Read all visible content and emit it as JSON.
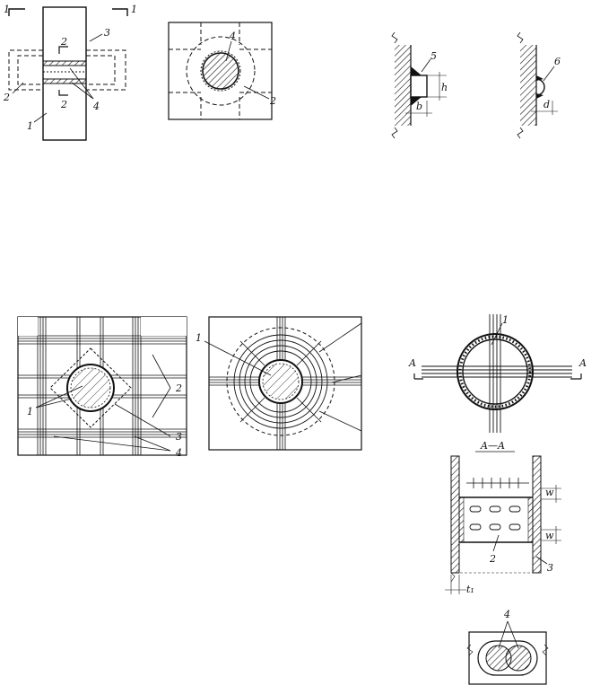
{
  "labels": {
    "sec_num_1": "1",
    "sec_num_2": "2",
    "n1": "1",
    "n2": "2",
    "n3": "3",
    "n4": "4",
    "n5": "5",
    "n6": "6",
    "dim_h": "h",
    "dim_b": "b",
    "dim_d": "d",
    "dim_w": "w",
    "dim_t1": "t₁",
    "sec_A": "A",
    "sec_AA": "A—A"
  },
  "colors": {
    "ink": "#111111",
    "paper": "#ffffff"
  }
}
